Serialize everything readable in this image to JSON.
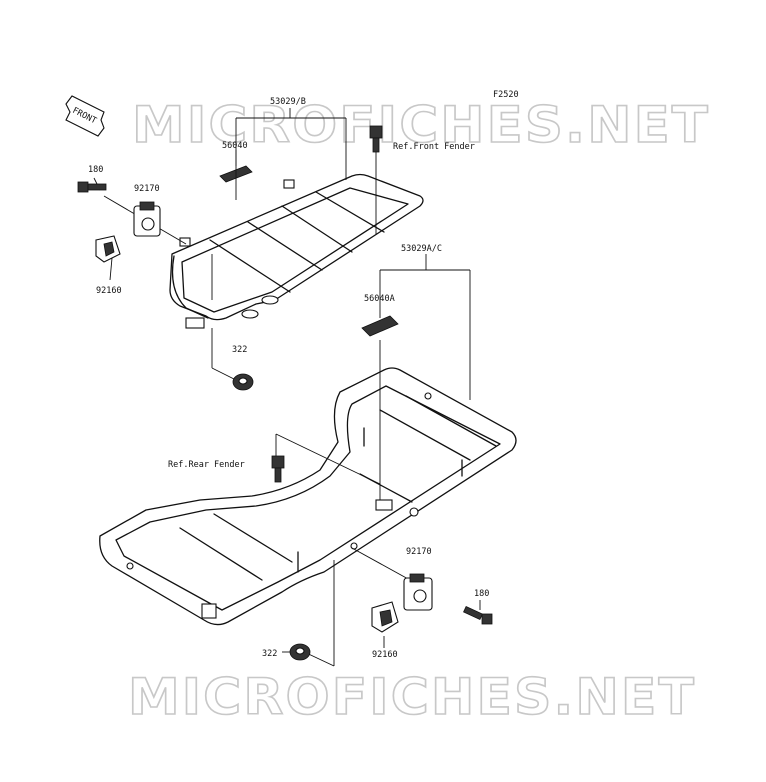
{
  "watermarks": [
    "MICROFICHES.NET",
    "MICROFICHES.NET"
  ],
  "figure_code": "F2520",
  "direction_label": "FRONT",
  "labels": {
    "carrier_front": "53029/B",
    "label_front": "56040",
    "bolt_front": "180",
    "clamp_front": "92170",
    "collar_front": "92160",
    "nut_front": "322",
    "ref_front": "Ref.Front Fender",
    "carrier_rear": "53029A/C",
    "label_rear": "56040A",
    "ref_rear": "Ref.Rear Fender",
    "clamp_rear": "92170",
    "bolt_rear": "180",
    "collar_rear": "92160",
    "nut_rear": "322"
  }
}
